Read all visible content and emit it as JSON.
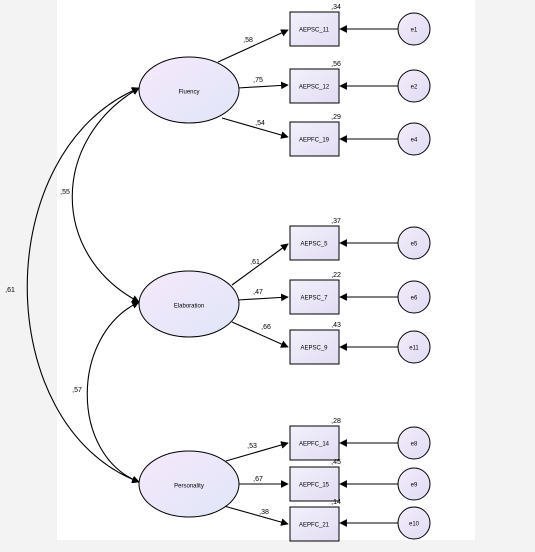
{
  "colors": {
    "background": "#f3f3f3",
    "panel": "#ffffff",
    "latent_fill_start": "#f6e8fb",
    "latent_fill_end": "#dfe6f8",
    "stroke": "#000000"
  },
  "latents": [
    {
      "id": "fluency",
      "label": "Fluency"
    },
    {
      "id": "elaboration",
      "label": "Elaboration"
    },
    {
      "id": "personality",
      "label": "Personality"
    }
  ],
  "indicators": [
    {
      "label": "AEPSC_11",
      "r2": ",34",
      "loading": ",58",
      "error": "e1"
    },
    {
      "label": "AEPSC_12",
      "r2": ",56",
      "loading": ",75",
      "error": "e2"
    },
    {
      "label": "AEPFC_19",
      "r2": ",29",
      "loading": ",54",
      "error": "e4"
    },
    {
      "label": "AEPSC_5",
      "r2": ",37",
      "loading": ",61",
      "error": "e5"
    },
    {
      "label": "AEPSC_7",
      "r2": ",22",
      "loading": ",47",
      "error": "e6"
    },
    {
      "label": "AEPSC_9",
      "r2": ",43",
      "loading": ",66",
      "error": "e11"
    },
    {
      "label": "AEPFC_14",
      "r2": ",28",
      "loading": ",53",
      "error": "e8"
    },
    {
      "label": "AEPFC_15",
      "r2": ",45",
      "loading": ",67",
      "error": "e9"
    },
    {
      "label": "AEPFC_21",
      "r2": ",14",
      "loading": ",38",
      "error": "e10"
    }
  ],
  "correlations": [
    {
      "from": "fluency",
      "to": "elaboration",
      "value": ",55"
    },
    {
      "from": "elaboration",
      "to": "personality",
      "value": ",57"
    },
    {
      "from": "fluency",
      "to": "personality",
      "value": ",61"
    }
  ]
}
